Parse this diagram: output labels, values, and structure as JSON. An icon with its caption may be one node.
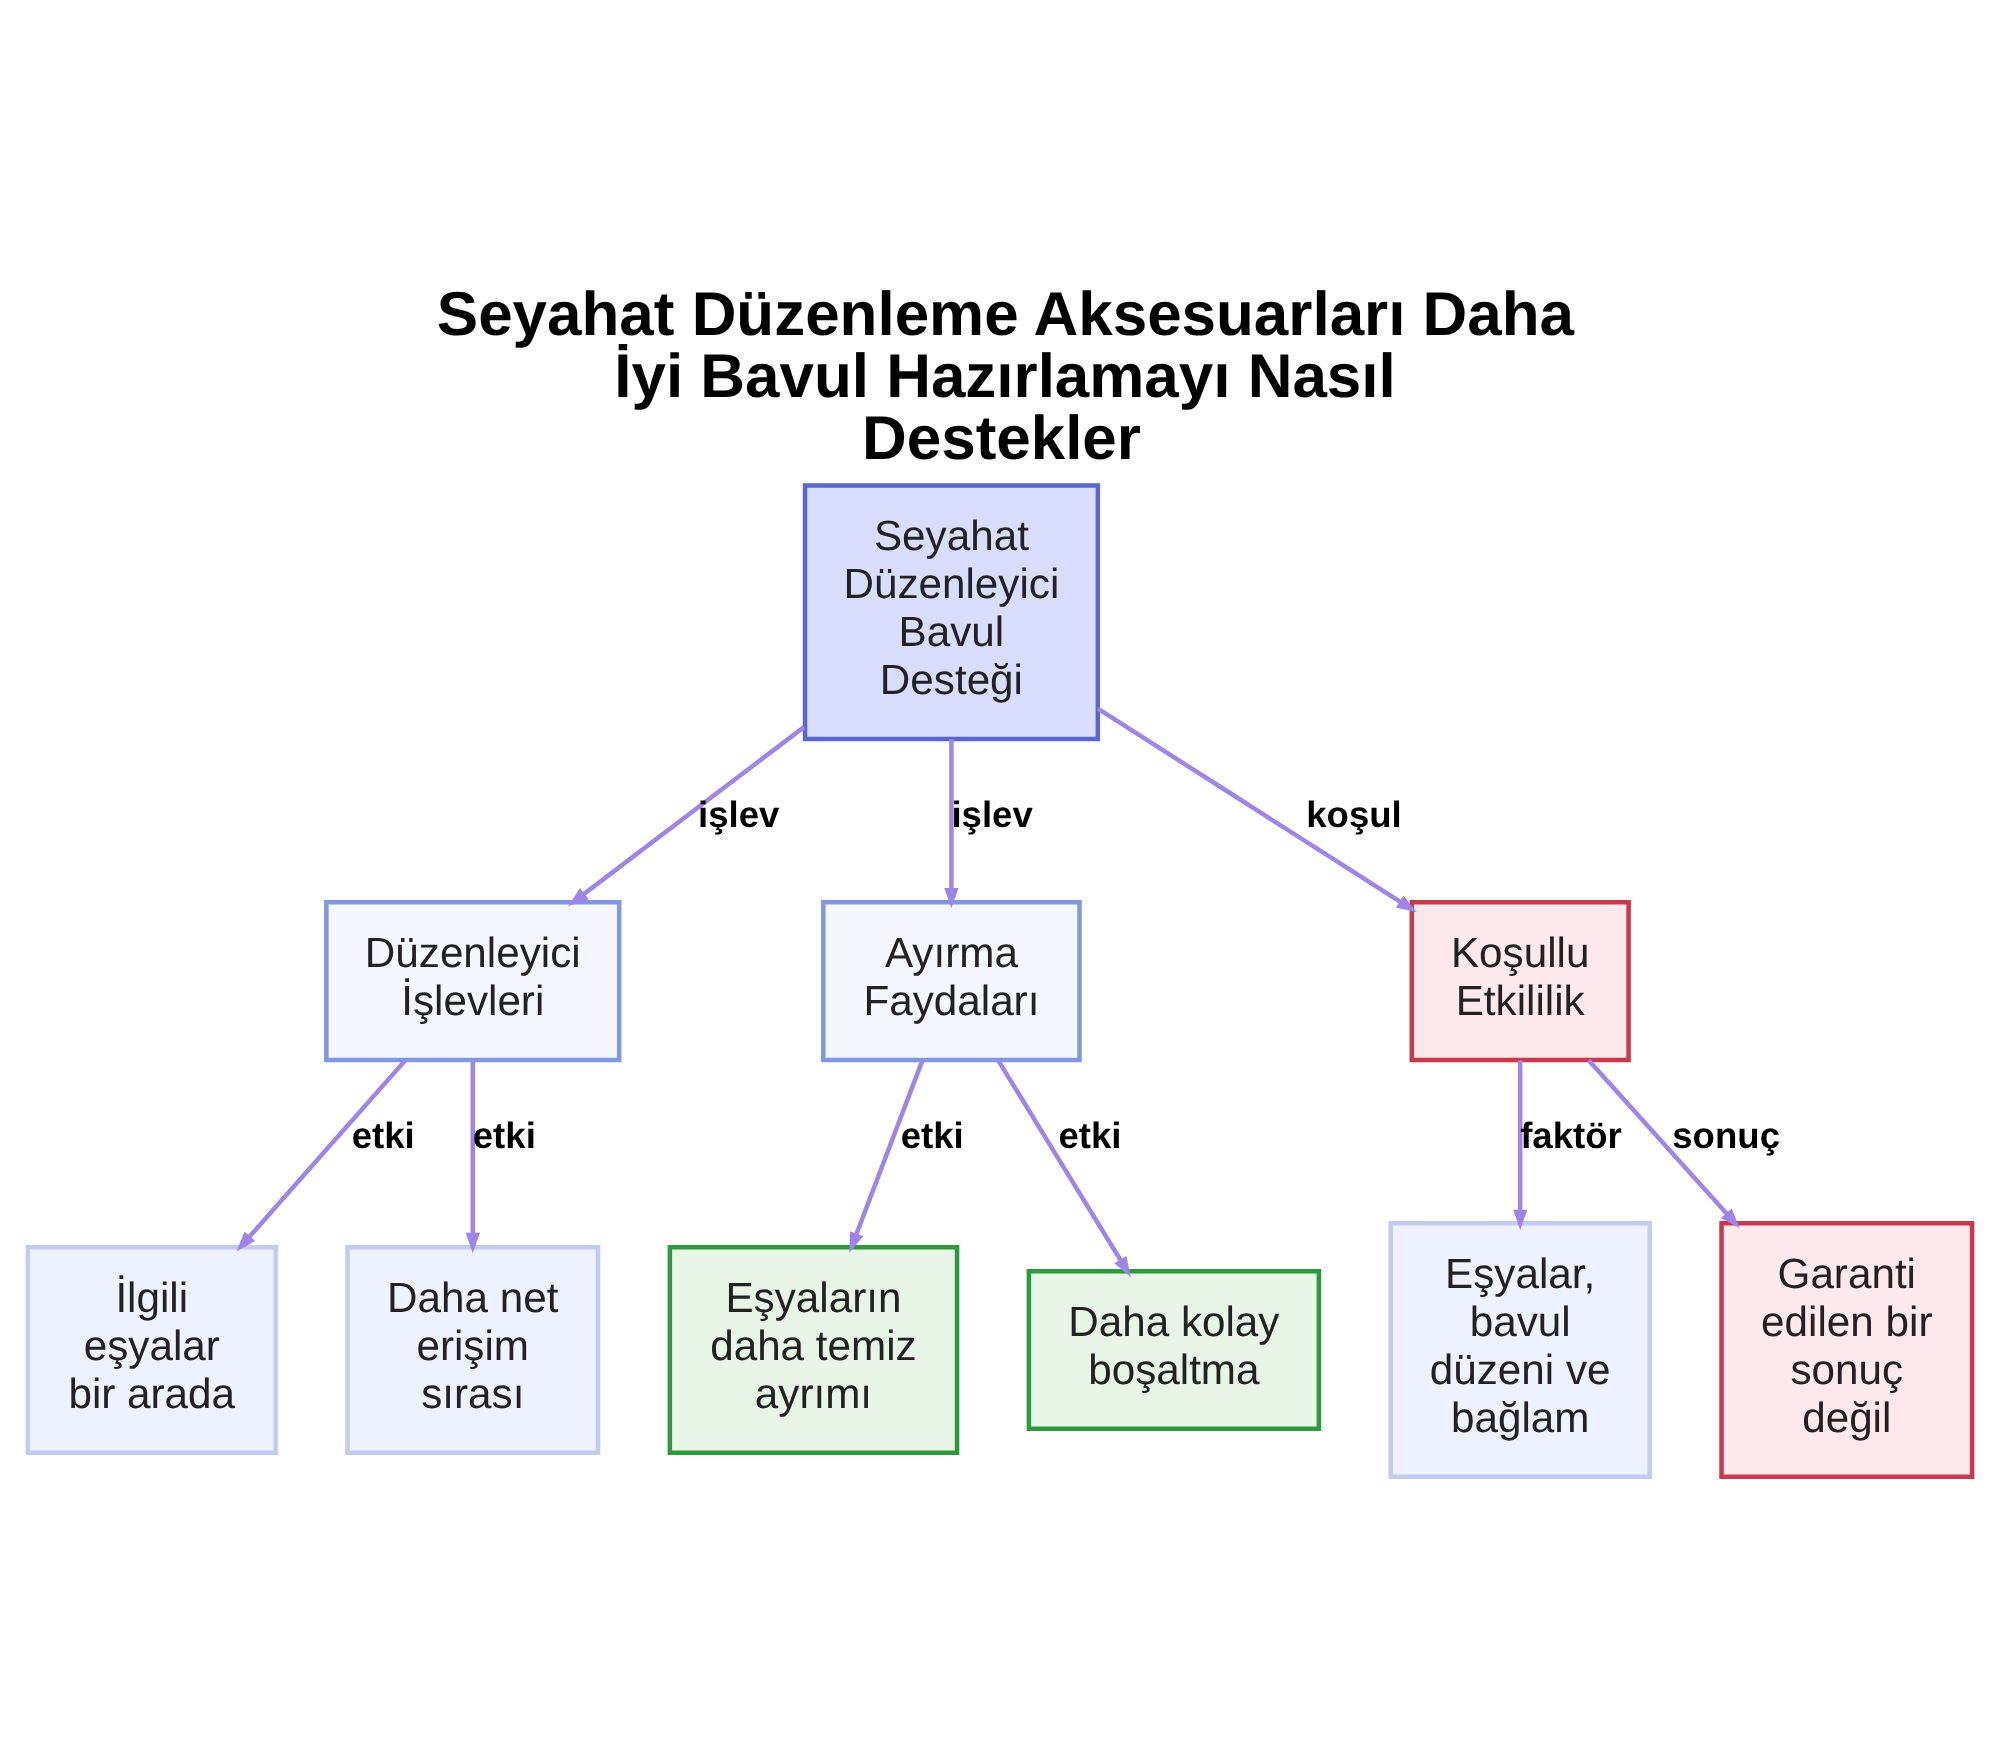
{
  "diagram": {
    "title": "Seyahat Düzenleme Aksesuarları Daha İyi Bavul Hazırlamayı Nasıl Destekler",
    "nodes": [
      {
        "text": [
          "Seyahat Düzenleyici Bavul Desteği"
        ]
      },
      {
        "text": [
          "Düzenleyici İşlevleri"
        ]
      },
      {
        "text": [
          "Ayırma Faydaları"
        ]
      },
      {
        "text": [
          "Koşullu Etkililik"
        ]
      },
      {
        "text": [
          "İlgili eşyalar bir arada"
        ]
      },
      {
        "text": [
          "Daha net erişim sırası"
        ]
      },
      {
        "text": [
          "Eşyaların daha temiz ayrımı"
        ]
      },
      {
        "text": [
          "Daha kolay boşaltma"
        ]
      },
      {
        "text": [
          "Eşyalar, bavul düzeni ve bağlam"
        ]
      },
      {
        "text": [
          "Garanti edilen bir sonuç değil"
        ]
      }
    ],
    "edges": [
      {
        "from": 0,
        "to": 1,
        "arrow": "to",
        "label": "işlev"
      },
      {
        "from": 0,
        "to": 2,
        "arrow": "to",
        "label": "işlev"
      },
      {
        "from": 0,
        "to": 3,
        "arrow": "to",
        "label": "koşul"
      },
      {
        "from": 1,
        "to": 4,
        "arrow": "to",
        "label": "etki"
      },
      {
        "from": 1,
        "to": 5,
        "arrow": "to",
        "label": "etki"
      },
      {
        "from": 2,
        "to": 6,
        "arrow": "to",
        "label": "etki"
      },
      {
        "from": 2,
        "to": 7,
        "arrow": "to",
        "label": "etki"
      },
      {
        "from": 3,
        "to": 8,
        "arrow": "to",
        "label": "faktör"
      },
      {
        "from": 3,
        "to": 9,
        "arrow": "to",
        "label": "sonuç"
      }
    ]
  }
}
